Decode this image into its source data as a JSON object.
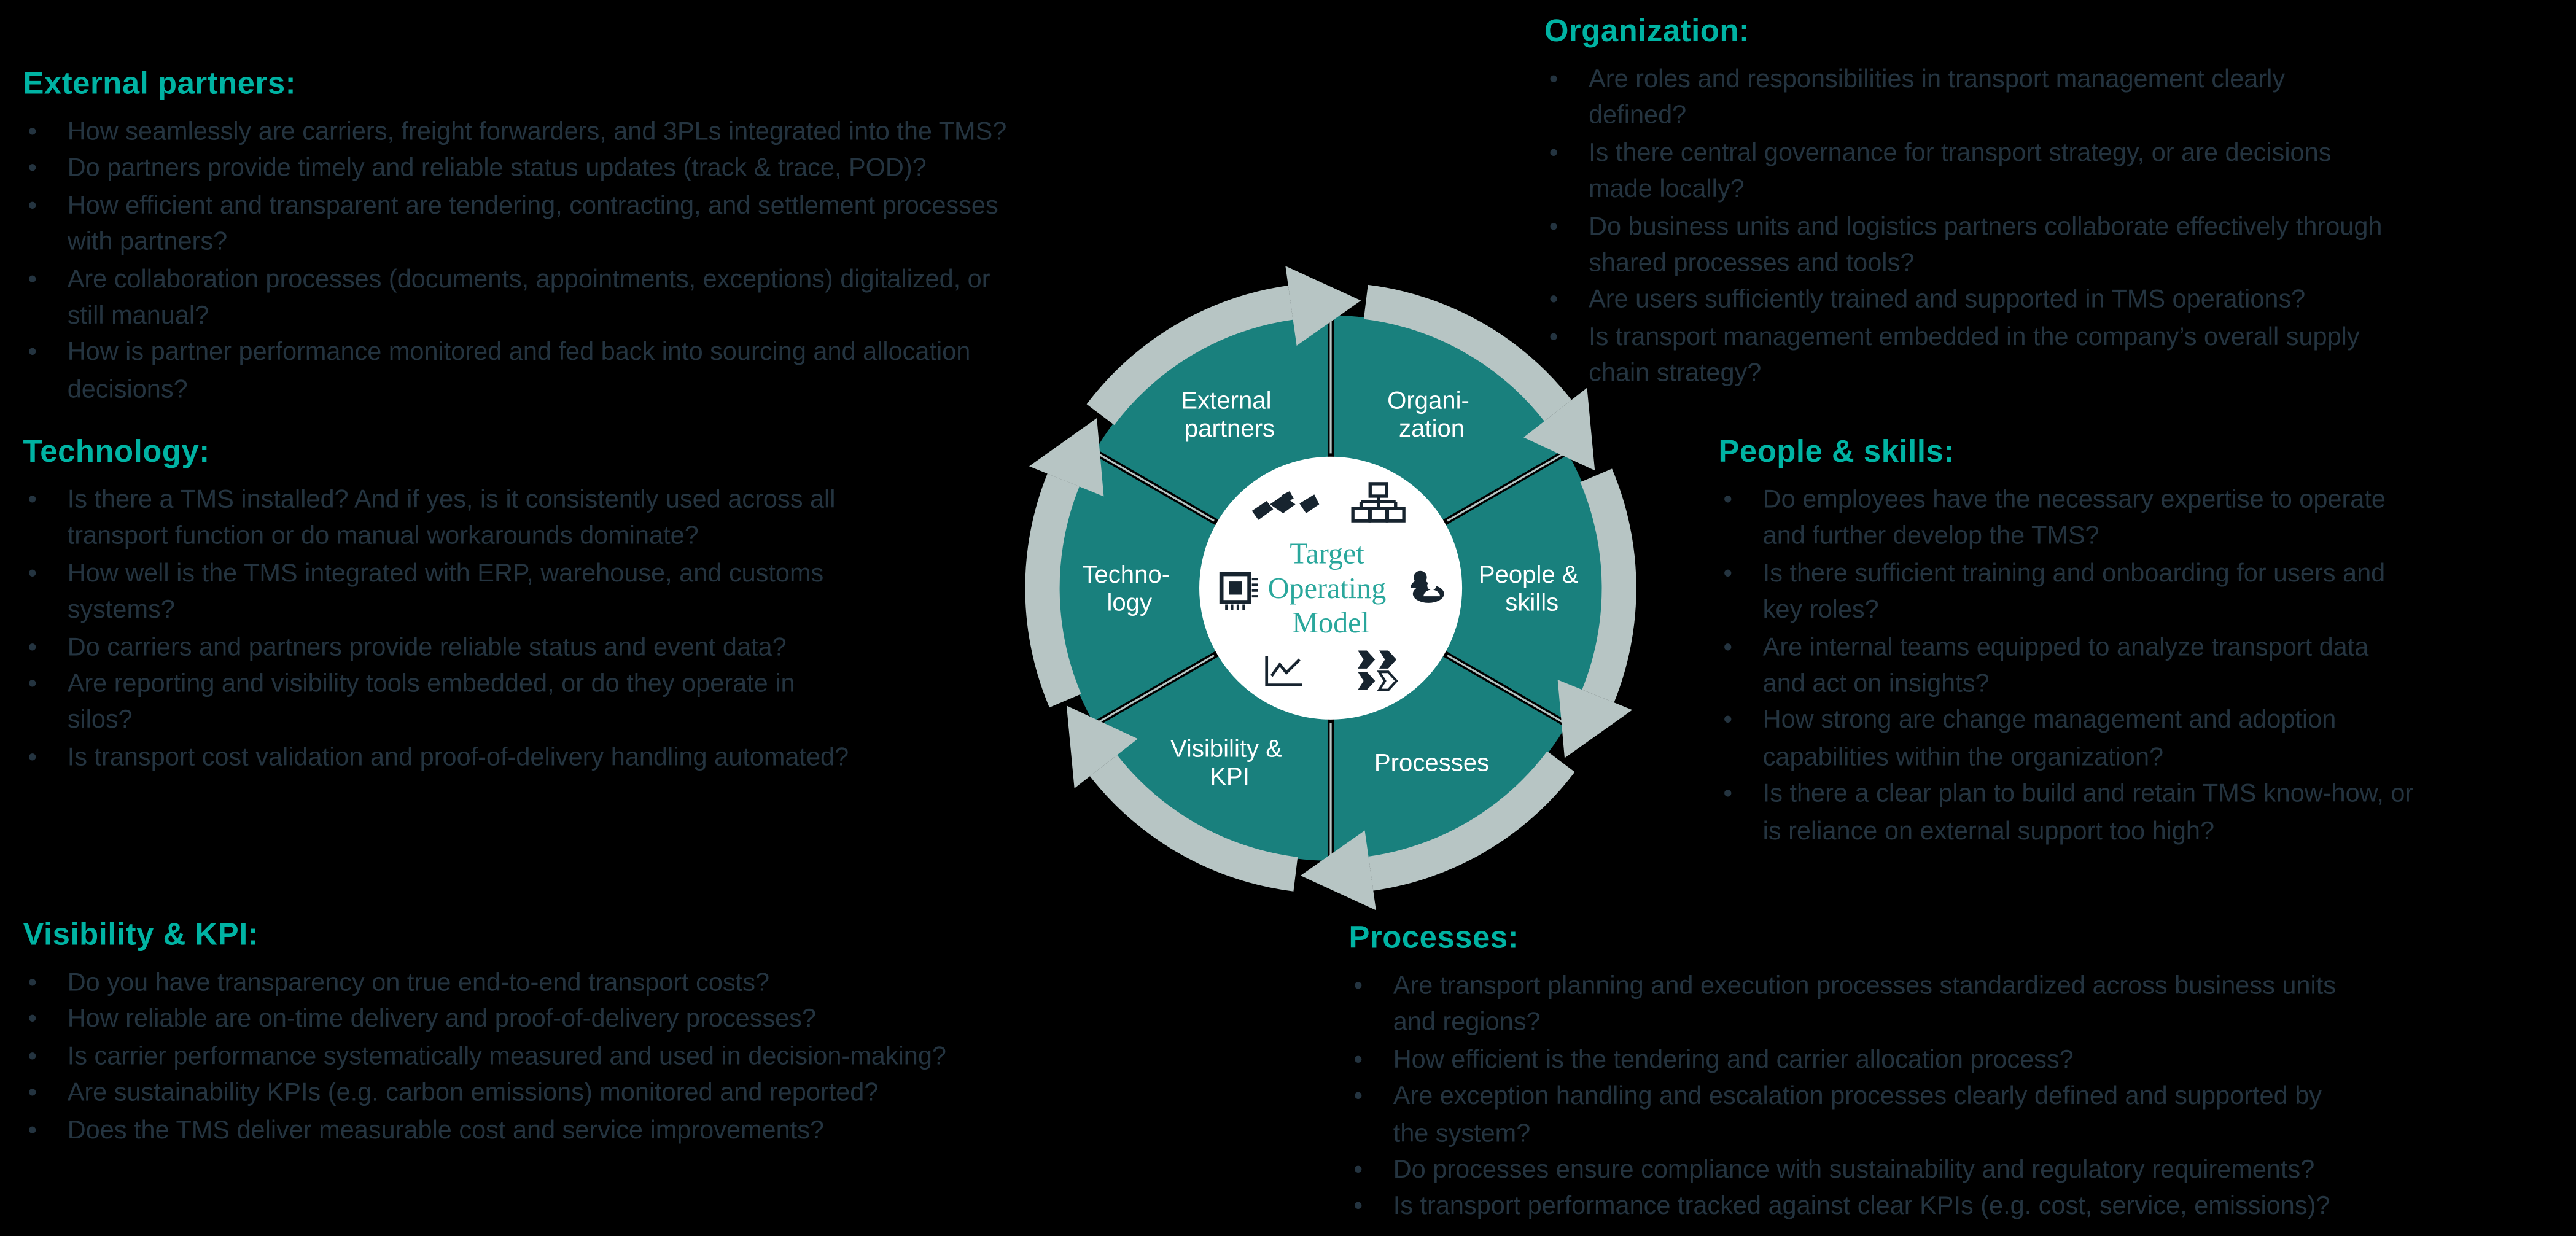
{
  "bullet_char": "•",
  "colors": {
    "background": "#000000",
    "heading_teal": "#00B3A3",
    "body_text": "#243440",
    "wheel_teal": "#19807D",
    "wheel_gray": "#B7C5C4",
    "center_circle": "#FFFFFF",
    "segment_label": "#FFFFFF",
    "center_text_teal": "#2AA79C",
    "icon_dark": "#17242F"
  },
  "sections": {
    "external_partners": {
      "heading": "External partners:",
      "bullets": [
        "How seamlessly are carriers, freight forwarders, and 3PLs integrated into the TMS?",
        "Do partners provide timely and reliable status updates (track & trace, POD)?",
        "How efficient and transparent are tendering, contracting, and settlement processes\nwith partners?",
        "Are collaboration processes (documents, appointments, exceptions) digitalized, or\nstill manual?",
        "How is partner performance monitored and fed back into sourcing and allocation\ndecisions?"
      ]
    },
    "technology": {
      "heading": "Technology:",
      "bullets": [
        "Is there a TMS installed? And if yes, is it consistently used across all\ntransport function or do manual workarounds dominate?",
        "How well is the TMS integrated with ERP, warehouse, and customs\nsystems?",
        "Do carriers and partners provide reliable status and event data?",
        "Are reporting and visibility tools embedded, or do they operate in\nsilos?",
        "Is transport cost validation and proof-of-delivery handling automated?"
      ]
    },
    "visibility_kpi": {
      "heading": "Visibility & KPI:",
      "bullets": [
        "Do you have transparency on true end-to-end transport costs?",
        "How reliable are on-time delivery and proof-of-delivery processes?",
        "Is carrier performance systematically measured and used in decision-making?",
        "Are sustainability KPIs (e.g. carbon emissions) monitored and reported?",
        "Does the TMS deliver measurable cost and service improvements?"
      ]
    },
    "organization": {
      "heading": "Organization:",
      "bullets": [
        "Are roles and responsibilities in transport management clearly\ndefined?",
        "Is there central governance for transport strategy, or are decisions\nmade locally?",
        "Do business units and logistics partners collaborate effectively through\nshared processes and tools?",
        "Are users sufficiently trained and supported in TMS operations?",
        "Is transport management embedded in the company’s overall supply\nchain strategy?"
      ]
    },
    "people_skills": {
      "heading": "People & skills:",
      "bullets": [
        "Do employees have the necessary expertise to operate\nand further develop the TMS?",
        "Is there sufficient training and onboarding for users and\nkey roles?",
        "Are internal teams equipped to analyze transport data\nand act on insights?",
        "How strong are change management and adoption\ncapabilities within the organization?",
        "Is there a clear plan to build and retain TMS know-how, or\nis reliance on external support too high?"
      ]
    },
    "processes": {
      "heading": "Processes:",
      "bullets": [
        "Are transport planning and execution processes standardized across business units\nand regions?",
        "How efficient is the tendering and carrier allocation process?",
        "Are exception handling and escalation processes clearly defined and supported by\nthe system?",
        "Do processes ensure compliance with sustainability and regulatory requirements?",
        "Is transport performance tracked against clear KPIs (e.g. cost, service, emissions)?"
      ]
    }
  },
  "wheel": {
    "center": {
      "lines": [
        "Target",
        "Operating",
        "Model"
      ]
    },
    "segments": [
      {
        "id": "organization",
        "label_lines": [
          "Organi-",
          "zation"
        ],
        "icon": "org-chart-icon"
      },
      {
        "id": "people-skills",
        "label_lines": [
          "People &",
          "skills"
        ],
        "icon": "people-icon"
      },
      {
        "id": "processes",
        "label_lines": [
          "Processes"
        ],
        "icon": "process-chevrons-icon"
      },
      {
        "id": "visibility-kpi",
        "label_lines": [
          "Visibility &",
          "KPI"
        ],
        "icon": "line-chart-icon"
      },
      {
        "id": "technology",
        "label_lines": [
          "Techno-",
          "logy"
        ],
        "icon": "chip-icon"
      },
      {
        "id": "external-partners",
        "label_lines": [
          "External",
          "partners"
        ],
        "icon": "handshake-icon"
      }
    ]
  }
}
